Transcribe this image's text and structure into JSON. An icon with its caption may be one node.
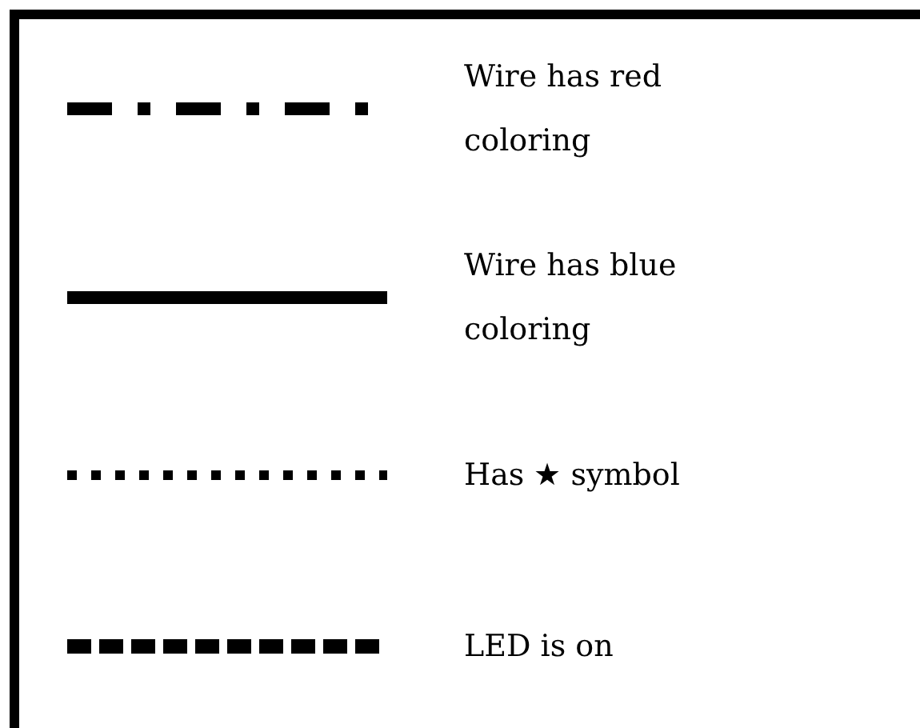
{
  "diagram": {
    "legend": [
      {
        "text": "Wire has red coloring"
      },
      {
        "text": "Wire has blue coloring"
      },
      {
        "text": "Has ★ symbol"
      },
      {
        "text": "LED is on"
      }
    ]
  }
}
